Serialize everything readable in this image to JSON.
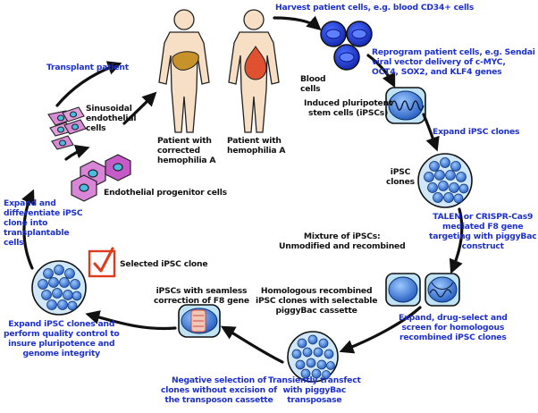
{
  "labels": {
    "harvest": "Harvest patient cells, e.g. blood CD34+ cells",
    "blood_cells": "Blood\ncells",
    "reprogram": "Reprogram patient cells, e.g. Sendai\nviral vector delivery of c-MYC,\nOCT4, SOX2, and KLF4 genes",
    "ipsc_induced": "Induced pluripotent\nstem cells (iPSCs)",
    "expand_clones": "Expand iPSC clones",
    "ipsc_clones": "iPSC\nclones",
    "talen": "TALEN or CRISPR-Cas9\nmediated F8 gene\ntargeting with piggyBac\nconstruct",
    "mixture": "Mixture of iPSCs:\nUnmodified and recombined",
    "expand_drug": "Expand, drug-select and\nscreen for homologous\nrecombined iPSC clones",
    "homologous": "Homologous recombined\niPSC clones with selectable\npiggyBac cassette",
    "transfect": "Transiently transfect\nwith piggyBac\ntransposase",
    "negative": "Negative selection of\nclones without excision of\nthe transposon cassette",
    "seamless": "iPSCs with seamless\ncorrection of F8 gene",
    "expand_qc": "Expand iPSC clones and\nperform quality control to\ninsure pluripotence and\ngenome integrity",
    "selected": "Selected iPSC clone",
    "expand_diff": "Expand and\ndifferentiate iPSC\nclone into\ntransplantable\ncells",
    "endothelial_prog": "Endothelial progenitor cells",
    "sinusoidal": "Sinusoidal\nendothelial\ncells",
    "transplant": "Transplant patient",
    "patient_corrected": "Patient with\ncorrected\nhemophilia A",
    "patient_hemo": "Patient with\nhemophilia A"
  },
  "colors": {
    "step_text": "#1c2fd0",
    "desc_text": "#111111",
    "blood_cell": "#1f3fe0",
    "ipsc_blue": "#2a66c8",
    "skin": "#f6dfc4",
    "blood_drop": "#e0522f",
    "liver": "#c8922a",
    "endothelial": "#c65ac8",
    "check_red": "#e03a1a"
  },
  "icons": [
    "check-icon",
    "blood-drop-icon",
    "liver-icon",
    "patient-figure-icon",
    "cycle-arrow-icon"
  ]
}
